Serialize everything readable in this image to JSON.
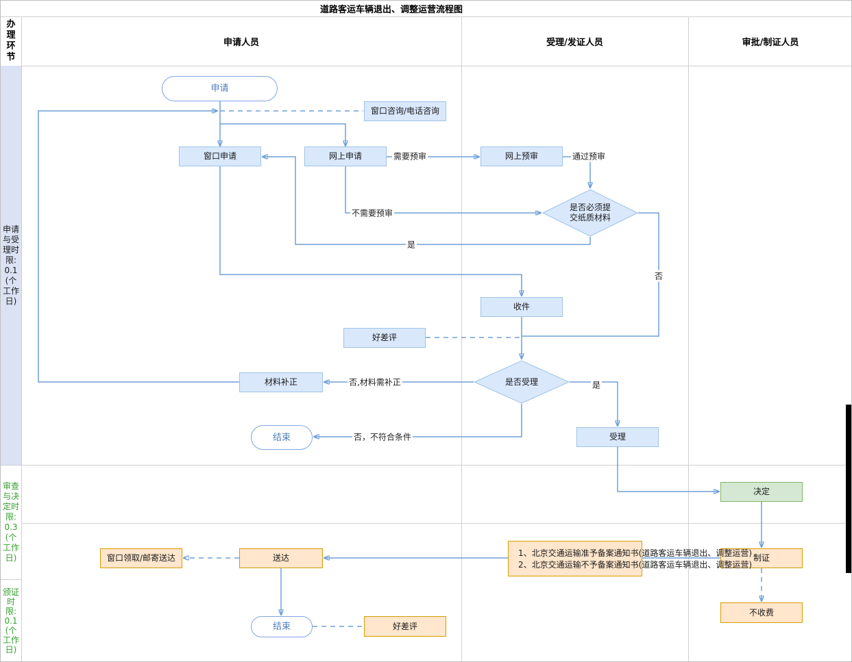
{
  "title": "道路客运车辆退出、调整运营流程图",
  "colors": {
    "line": "#6f9fd8",
    "blue_fill": "#dae8fc",
    "blue_border": "#9cc3e8",
    "green_fill": "#d5e8d4",
    "green_border": "#82b366",
    "orange_fill": "#ffe6cc",
    "orange_border": "#d79b00",
    "stadium_border": "#7ea6e0",
    "stadium_text": "#4d7ebf",
    "row1_bg": "#dbe2f4",
    "row_label_green": "#33a02c"
  },
  "header": {
    "corner": "办理环节",
    "lanes": [
      {
        "label": "申请人员"
      },
      {
        "label": "受理/发证人员"
      },
      {
        "label": "审批/制证人员"
      }
    ]
  },
  "row_labels": [
    {
      "label": "申请与受理时限: 0.1 (个工作日)"
    },
    {
      "label": "审查与决定时限: 0.3 (个工作日)"
    },
    {
      "label": "颁证时限: 0.1 (个工作日)"
    }
  ],
  "nodes": {
    "start": "申请",
    "consult": "窗口咨询/电话咨询",
    "window_apply": "窗口申请",
    "online_apply": "网上申请",
    "online_review": "网上预审",
    "paper_decision": "是否必须提交纸质材料",
    "receive": "收件",
    "rating_top": "好差评",
    "accept_decision": "是否受理",
    "material_fix": "材料补正",
    "end_top": "结束",
    "accept": "受理",
    "decide": "决定",
    "certify": "制证",
    "notice_line1": "1、北京交通运输准予备案通知书(道路客运车辆退出、调整运营)",
    "notice_line2": "2、北京交通运输不予备案通知书(道路客运车辆退出、调整运营)",
    "deliver": "送达",
    "pickup": "窗口领取/邮寄送达",
    "end_bottom": "结束",
    "rating_bottom": "好差评",
    "no_fee": "不收费"
  },
  "edge_labels": {
    "need_review": "需要预审",
    "pass_review": "通过预审",
    "no_need_review": "不需要预审",
    "yes_paper": "是",
    "no_paper": "否",
    "no_fix": "否,材料需补正",
    "no_reject": "否，不符合条件",
    "yes_accept": "是"
  }
}
